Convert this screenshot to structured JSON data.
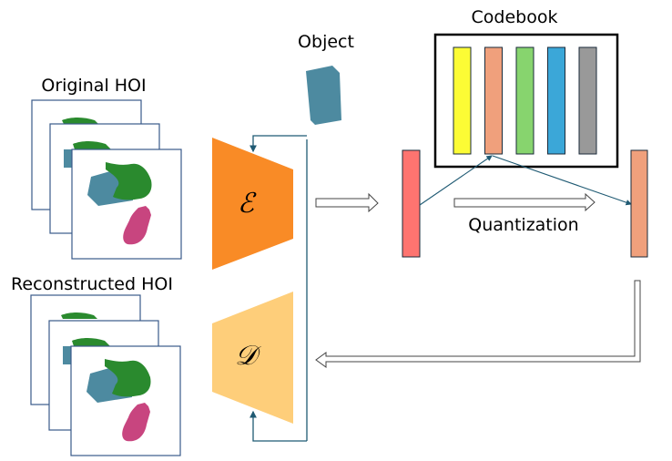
{
  "labels": {
    "original": "Original HOI",
    "reconstructed": "Reconstructed HOI",
    "object": "Object",
    "codebook": "Codebook",
    "quantization": "Quantization",
    "encoder_symbol": "ℰ",
    "decoder_symbol": "𝒟"
  },
  "colors": {
    "encoder": "#f98b26",
    "decoder": "#fece7a",
    "latent_in": "#fe7470",
    "latent_out": "#f0a07c",
    "hand_right": "#2a8a2e",
    "hand_left": "#c8457f",
    "object": "#4d8aa0",
    "frame_border": "#3a5a8a",
    "connector": "#1f5a73"
  },
  "codebook": {
    "entries": [
      {
        "name": "code-yellow",
        "color": "#fcfc35"
      },
      {
        "name": "code-salmon",
        "color": "#f0a07c"
      },
      {
        "name": "code-green",
        "color": "#87d46e"
      },
      {
        "name": "code-blue",
        "color": "#3ba7d8"
      },
      {
        "name": "code-gray",
        "color": "#999999"
      }
    ],
    "selected_index": 1
  }
}
